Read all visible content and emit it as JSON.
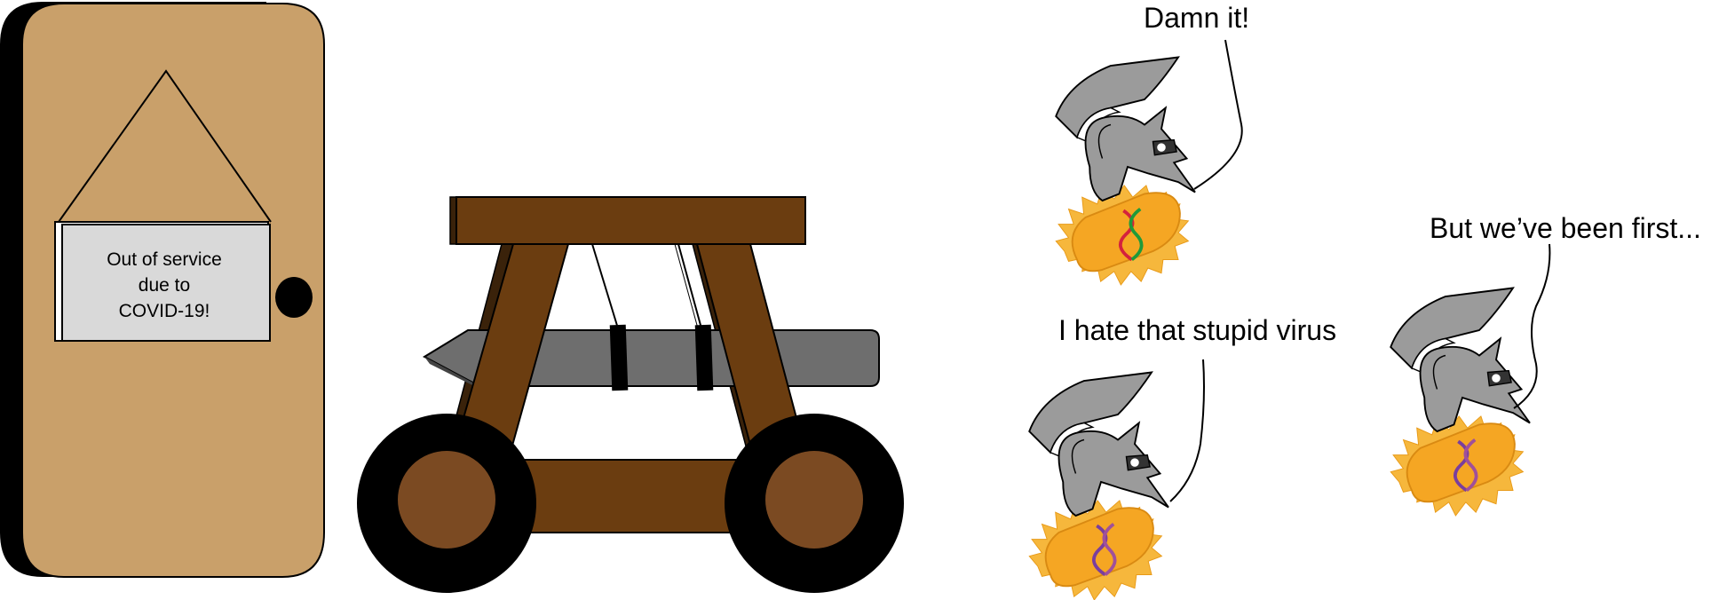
{
  "door": {
    "sign_lines": [
      "Out of service",
      "due to",
      "COVID-19!"
    ],
    "door_color": "#c9a06a",
    "sign_color": "#d9d9d9"
  },
  "catapult": {
    "wood_color": "#6b3d10",
    "wheel_hub_color": "#7b4a22",
    "arm_color": "#6e6e6e"
  },
  "bacteria": [
    {
      "name": "bacterium-top",
      "speech": "Damn it!",
      "dna_colors": [
        "#d4213d",
        "#1f9a3a"
      ]
    },
    {
      "name": "bacterium-bottom-left",
      "speech": "I hate that stupid virus",
      "dna_colors": [
        "#7a3e9d",
        "#a0509a"
      ]
    },
    {
      "name": "bacterium-right",
      "speech": "But we’ve been first...",
      "dna_colors": [
        "#7a3e9d",
        "#a0509a"
      ]
    }
  ],
  "colors": {
    "helmet": "#9b9b9b",
    "bacterium_body": "#f5a623",
    "bacterium_spikes": "#f6b73c"
  }
}
